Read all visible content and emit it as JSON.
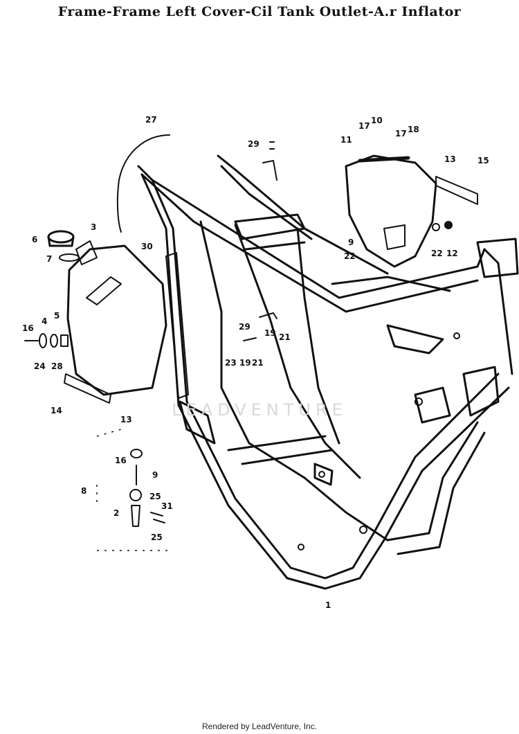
{
  "title": "Frame-Frame Left Cover-Cil Tank Outlet-A.r Inflator",
  "watermark": "LEADVENTURE",
  "footer": "Rendered by LeadVenture, Inc.",
  "callouts": {
    "c27": "27",
    "c29a": "29",
    "c17a": "17",
    "c10a": "10",
    "c17b": "17",
    "c18": "18",
    "c11": "11",
    "c13a": "13",
    "c15": "15",
    "c6": "6",
    "c3": "3",
    "c30": "30",
    "c7": "7",
    "c9": "9",
    "c22a": "22",
    "c22b": "22",
    "c12": "12",
    "c16a": "16",
    "c4": "4",
    "c5": "5",
    "c29b": "29",
    "c19a": "19",
    "c21a": "21",
    "c24": "24",
    "c28": "28",
    "c23": "23",
    "c19b": "19",
    "c21b": "21",
    "c14": "14",
    "c13b": "13",
    "c16b": "16",
    "c9b": "9",
    "c8": "8",
    "c25a": "25",
    "c2": "2",
    "c31": "31",
    "c25b": "25",
    "c1": "1"
  }
}
